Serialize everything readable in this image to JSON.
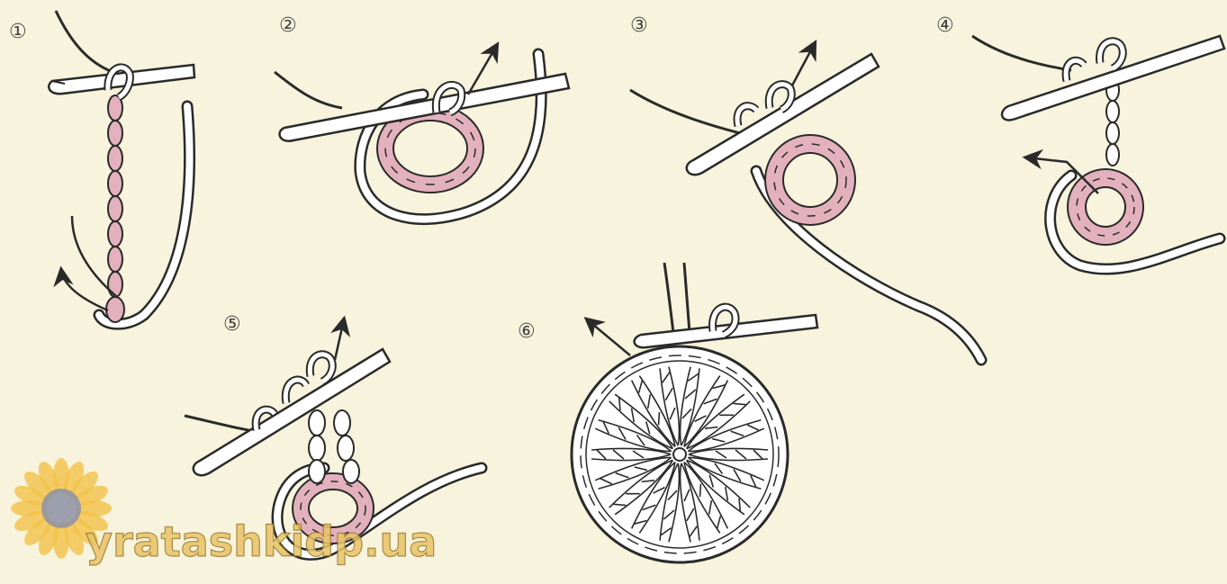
{
  "steps": [
    {
      "number": "①"
    },
    {
      "number": "②"
    },
    {
      "number": "③"
    },
    {
      "number": "④"
    },
    {
      "number": "⑤"
    },
    {
      "number": "⑥"
    }
  ],
  "watermark": {
    "text": "yratashkidp.ua",
    "icon": "sunflower-icon"
  },
  "colors": {
    "background": "#f7f3dc",
    "line": "#2a2a2a",
    "yarn_fill": "#e3b1bd",
    "hook_fill": "#ffffff",
    "watermark_petal": "#f2c24a",
    "watermark_center": "#8c8fa6"
  }
}
